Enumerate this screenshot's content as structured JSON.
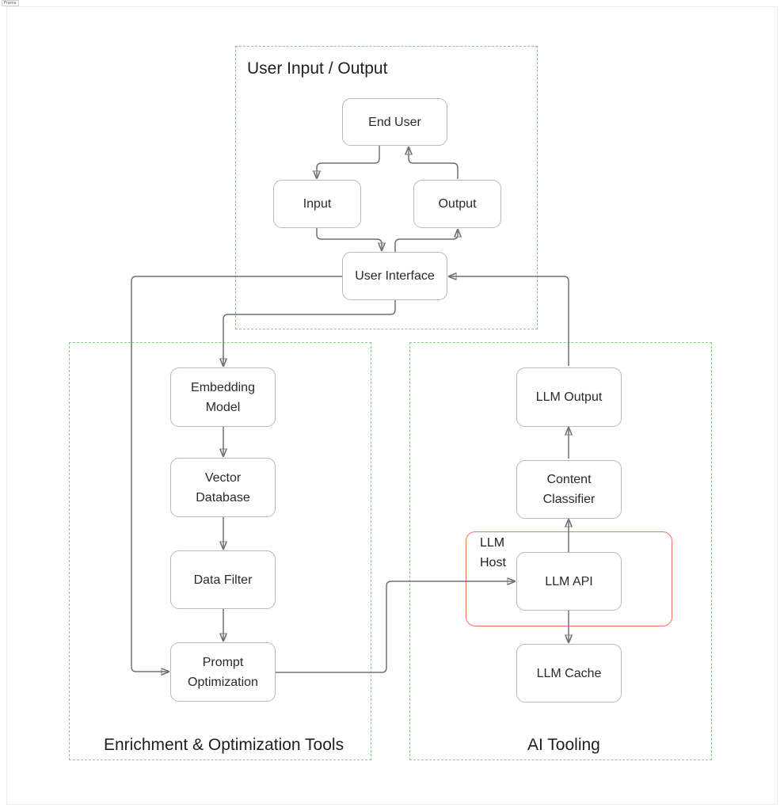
{
  "canvas_tag": "Frame",
  "groups": {
    "user_io": {
      "title": "User Input / Output"
    },
    "enrichment": {
      "title": "Enrichment & Optimization Tools"
    },
    "ai_tooling": {
      "title": "AI Tooling"
    }
  },
  "host": {
    "label": "LLM\nHost"
  },
  "nodes": {
    "end_user": "End User",
    "input": "Input",
    "output": "Output",
    "user_interface": "User Interface",
    "embedding_model": "Embedding\nModel",
    "vector_database": "Vector\nDatabase",
    "data_filter": "Data Filter",
    "prompt_optimization": "Prompt\nOptimization",
    "llm_output": "LLM Output",
    "content_classifier": "Content\nClassifier",
    "llm_api": "LLM API",
    "llm_cache": "LLM Cache"
  },
  "colors": {
    "group_border": "#7fd07f",
    "host_border": "#f0735a",
    "node_border": "#b8b8b8",
    "edge": "#707070"
  },
  "edges": [
    {
      "from": "End User",
      "to": "Input"
    },
    {
      "from": "Output",
      "to": "End User"
    },
    {
      "from": "Input",
      "to": "User Interface"
    },
    {
      "from": "User Interface",
      "to": "Output"
    },
    {
      "from": "User Interface",
      "to": "Embedding Model"
    },
    {
      "from": "User Interface",
      "to": "Prompt Optimization"
    },
    {
      "from": "Embedding Model",
      "to": "Vector Database"
    },
    {
      "from": "Vector Database",
      "to": "Data Filter"
    },
    {
      "from": "Data Filter",
      "to": "Prompt Optimization"
    },
    {
      "from": "Prompt Optimization",
      "to": "LLM API"
    },
    {
      "from": "LLM API",
      "to": "Content Classifier"
    },
    {
      "from": "LLM API",
      "to": "LLM Cache"
    },
    {
      "from": "Content Classifier",
      "to": "LLM Output"
    },
    {
      "from": "LLM Output",
      "to": "User Interface"
    }
  ]
}
